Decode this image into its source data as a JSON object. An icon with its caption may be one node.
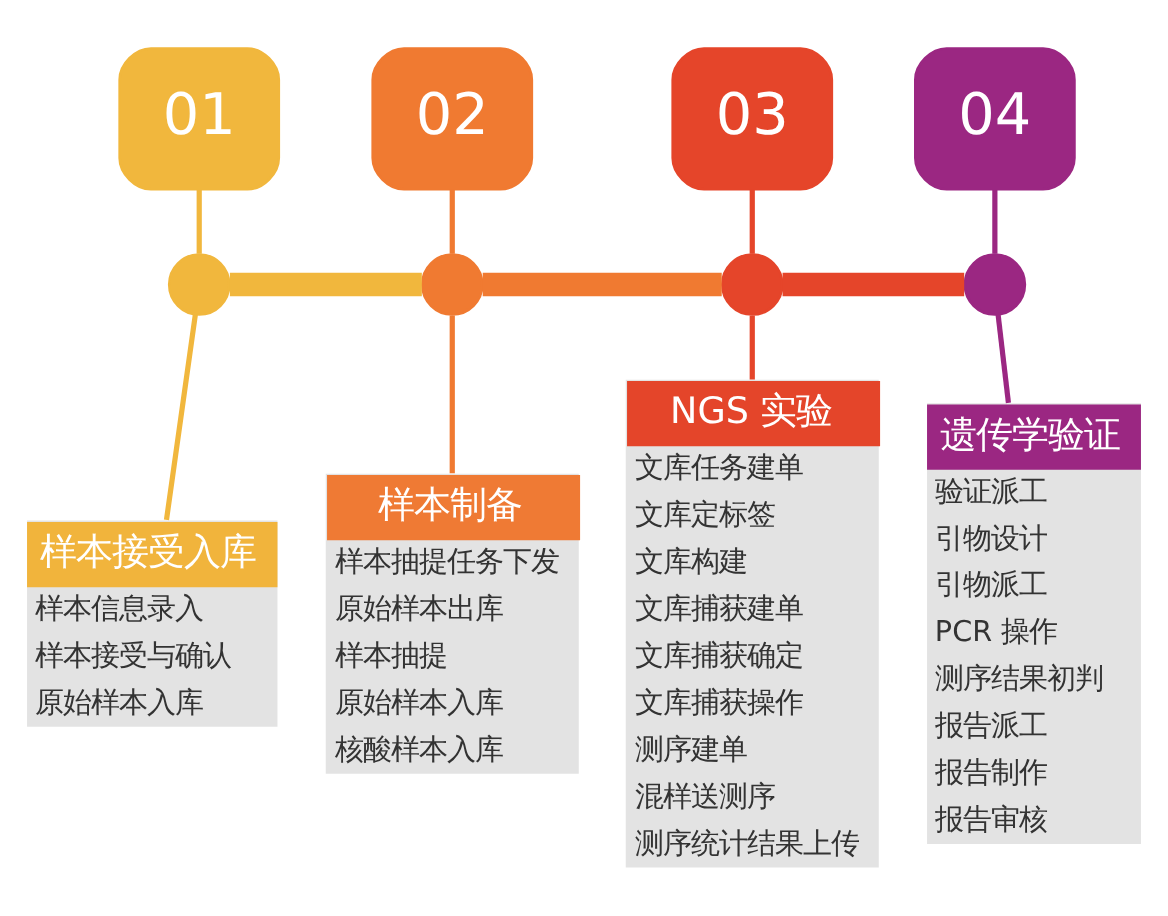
{
  "diagram": {
    "nodes": [
      {
        "text": [
          "01"
        ]
      },
      {
        "text": [],
        "shape": "circle"
      },
      {
        "text": [
          "样本接受入库",
          "样本信息录入",
          "样本接受与确认",
          "原始样本入库"
        ]
      },
      {
        "text": [
          "02"
        ]
      },
      {
        "text": [],
        "shape": "circle"
      },
      {
        "text": [
          "样本制备",
          "样本抽提任务下发",
          "原始样本出库",
          "样本抽提",
          "原始样本入库",
          "核酸样本入库"
        ]
      },
      {
        "text": [
          "03"
        ]
      },
      {
        "text": [],
        "shape": "circle"
      },
      {
        "text": [
          "NGS 实验",
          "文库任务建单",
          "文库定标签",
          "文库构建",
          "文库捕获建单",
          "文库捕获确定",
          "文库捕获操作",
          "测序建单",
          "混样送测序",
          "测序统计结果上传"
        ]
      },
      {
        "text": [
          "04"
        ]
      },
      {
        "text": [],
        "shape": "circle"
      },
      {
        "text": [
          "遗传学验证",
          "验证派工",
          "引物设计",
          "引物派工",
          "PCR 操作",
          "测序结果初判",
          "报告派工",
          "报告制作",
          "报告审核"
        ]
      }
    ],
    "edges": [
      {
        "from": 0,
        "to": 1,
        "arrow": "none",
        "color": "#f1b73d"
      },
      {
        "from": 1,
        "to": 2,
        "arrow": "none",
        "color": "#f1b73d"
      },
      {
        "from": 1,
        "to": 4,
        "arrow": "none",
        "style": "thick",
        "color": "#f1b73d"
      },
      {
        "from": 3,
        "to": 4,
        "arrow": "none",
        "color": "#f07a31"
      },
      {
        "from": 4,
        "to": 5,
        "arrow": "none",
        "color": "#f07a31"
      },
      {
        "from": 4,
        "to": 7,
        "arrow": "none",
        "style": "thick",
        "color": "#f07a31"
      },
      {
        "from": 6,
        "to": 7,
        "arrow": "none",
        "color": "#e5452a"
      },
      {
        "from": 7,
        "to": 8,
        "arrow": "none",
        "color": "#e5452a"
      },
      {
        "from": 7,
        "to": 10,
        "arrow": "none",
        "style": "thick",
        "color": "#e5452a"
      },
      {
        "from": 9,
        "to": 10,
        "arrow": "none",
        "color": "#9b2782"
      },
      {
        "from": 10,
        "to": 11,
        "arrow": "none",
        "color": "#9b2782"
      }
    ]
  }
}
